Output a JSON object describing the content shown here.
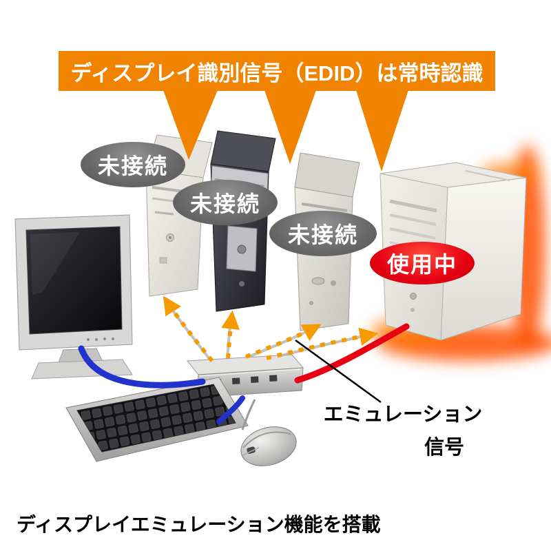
{
  "banner": {
    "text": "ディスプレイ識別信号（EDID）は常時認識",
    "bg_color": "#f08300",
    "text_color": "#ffffff"
  },
  "pcs": [
    {
      "id": "pc-1",
      "status_label": "未接続",
      "badge": "gray"
    },
    {
      "id": "pc-2",
      "status_label": "未接続",
      "badge": "gray"
    },
    {
      "id": "pc-3",
      "status_label": "未接続",
      "badge": "gray"
    },
    {
      "id": "pc-4",
      "status_label": "使用中",
      "badge": "red"
    }
  ],
  "emulation_signal_label": {
    "line1": "エミュレーション",
    "line2": "信号"
  },
  "caption": "ディスプレイエミュレーション機能を搭載",
  "colors": {
    "badge_disconnected": "#6f6f6f",
    "badge_in_use": "#e60012",
    "banner_orange": "#f08300",
    "cable_blue": "#2233cc",
    "cable_red": "#e60012",
    "edid_arrow_orange": "#f59b00",
    "glow_red": "#ff5000"
  }
}
